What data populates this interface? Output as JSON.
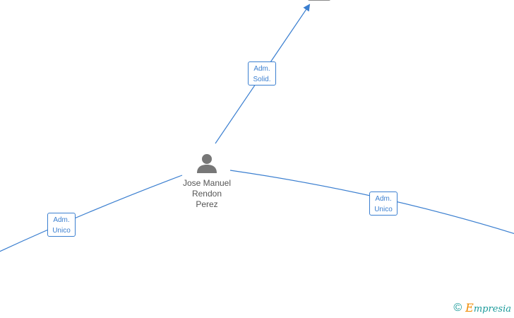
{
  "person": {
    "name_lines": [
      "Jose Manuel",
      "Rendon",
      "Perez"
    ]
  },
  "edges": [
    {
      "label_lines": [
        "Adm.",
        "Solid."
      ],
      "target": "top"
    },
    {
      "label_lines": [
        "Adm.",
        "Unico"
      ],
      "target": "left"
    },
    {
      "label_lines": [
        "Adm.",
        "Unico"
      ],
      "target": "right"
    }
  ],
  "brand": {
    "copyright_symbol": "©",
    "initial": "E",
    "rest": "mpresia"
  },
  "colors": {
    "edge": "#3b7fd0",
    "person_icon": "#777777",
    "brand": "#1a9a9a",
    "brand_accent": "#f08a00"
  }
}
